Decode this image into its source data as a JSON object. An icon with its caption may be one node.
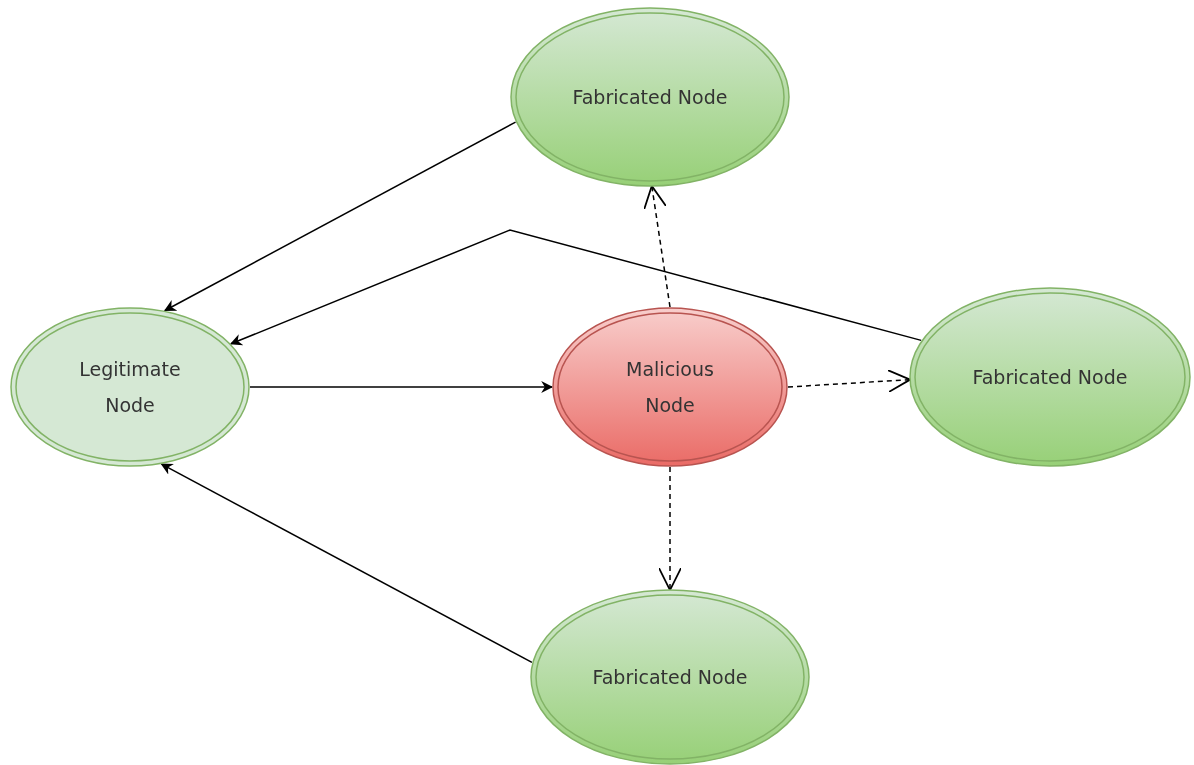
{
  "diagram": {
    "nodes": [
      {
        "text": [
          "Fabricated Node"
        ]
      },
      {
        "text": [
          "Legitimate Node"
        ]
      },
      {
        "text": [
          "Malicious Node"
        ]
      },
      {
        "text": [
          "Fabricated Node"
        ]
      },
      {
        "text": [
          "Fabricated Node"
        ]
      }
    ],
    "edges": [
      {
        "from": 0,
        "to": 1,
        "arrow": "to"
      },
      {
        "from": 3,
        "to": 1,
        "arrow": "to"
      },
      {
        "from": 1,
        "to": 2,
        "arrow": "to"
      },
      {
        "from": 4,
        "to": 1,
        "arrow": "to"
      },
      {
        "from": 2,
        "to": 0,
        "arrow": "to",
        "style": "dashed"
      },
      {
        "from": 2,
        "to": 3,
        "arrow": "to",
        "style": "dashed"
      },
      {
        "from": 2,
        "to": 4,
        "arrow": "to",
        "style": "dashed"
      }
    ]
  }
}
